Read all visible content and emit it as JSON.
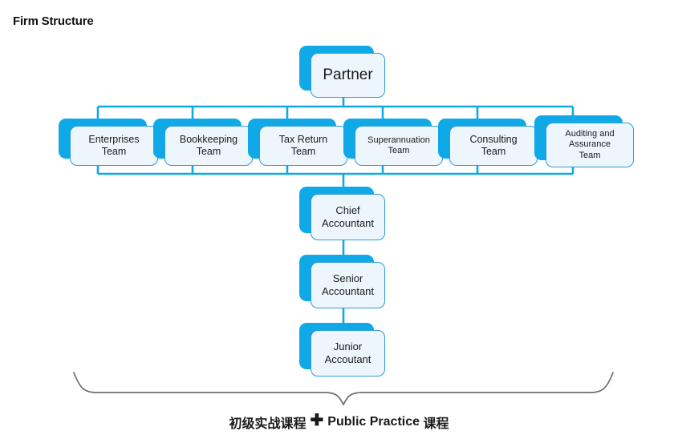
{
  "page": {
    "title": "Firm Structure",
    "background_color": "#ffffff"
  },
  "theme": {
    "shadow_color": "#10A9E8",
    "face_fill": "#EDF6FC",
    "face_border": "#2E9BD6",
    "connector_color": "#10A9E8",
    "brace_color": "#6E6E6E",
    "text_color": "#1a1a1a"
  },
  "chart_data": {
    "type": "diagram",
    "title": "Firm Structure",
    "layout": "org-chart",
    "root": "Partner",
    "levels": [
      {
        "name": "executive",
        "nodes": [
          "Partner"
        ]
      },
      {
        "name": "teams",
        "nodes": [
          "Enterprises Team",
          "Bookkeeping Team",
          "Tax Return Team",
          "Superannuation Team",
          "Consulting Team",
          "Auditing and Assurance Team"
        ]
      },
      {
        "name": "accountants",
        "nodes": [
          "Chief Accountant",
          "Senior Accountant",
          "Junior Accoutant"
        ]
      }
    ],
    "edges": [
      {
        "from": "Partner",
        "to": "Enterprises Team"
      },
      {
        "from": "Partner",
        "to": "Bookkeeping Team"
      },
      {
        "from": "Partner",
        "to": "Tax Return Team"
      },
      {
        "from": "Partner",
        "to": "Superannuation Team"
      },
      {
        "from": "Partner",
        "to": "Consulting Team"
      },
      {
        "from": "Partner",
        "to": "Auditing and Assurance Team"
      },
      {
        "from": "teams",
        "to": "Chief Accountant"
      },
      {
        "from": "Chief Accountant",
        "to": "Senior Accountant"
      },
      {
        "from": "Senior Accountant",
        "to": "Junior Accoutant"
      }
    ]
  },
  "partner": {
    "line1": "Partner"
  },
  "teams": [
    {
      "line1": "Enterprises",
      "line2": "Team"
    },
    {
      "line1": "Bookkeeping",
      "line2": "Team"
    },
    {
      "line1": "Tax Return",
      "line2": "Team"
    },
    {
      "line1": "Superannuation",
      "line2": "Team"
    },
    {
      "line1": "Consulting",
      "line2": "Team"
    },
    {
      "line1": "Auditing and",
      "line2": "Assurance",
      "line3": "Team"
    }
  ],
  "accountants": [
    {
      "line1": "Chief",
      "line2": "Accountant"
    },
    {
      "line1": "Senior",
      "line2": "Accountant"
    },
    {
      "line1": "Junior",
      "line2": "Accoutant"
    }
  ],
  "caption": {
    "left": "初级实战课程",
    "plus": "✚",
    "right_en": "Public Practice",
    "right_cn": "课程"
  }
}
